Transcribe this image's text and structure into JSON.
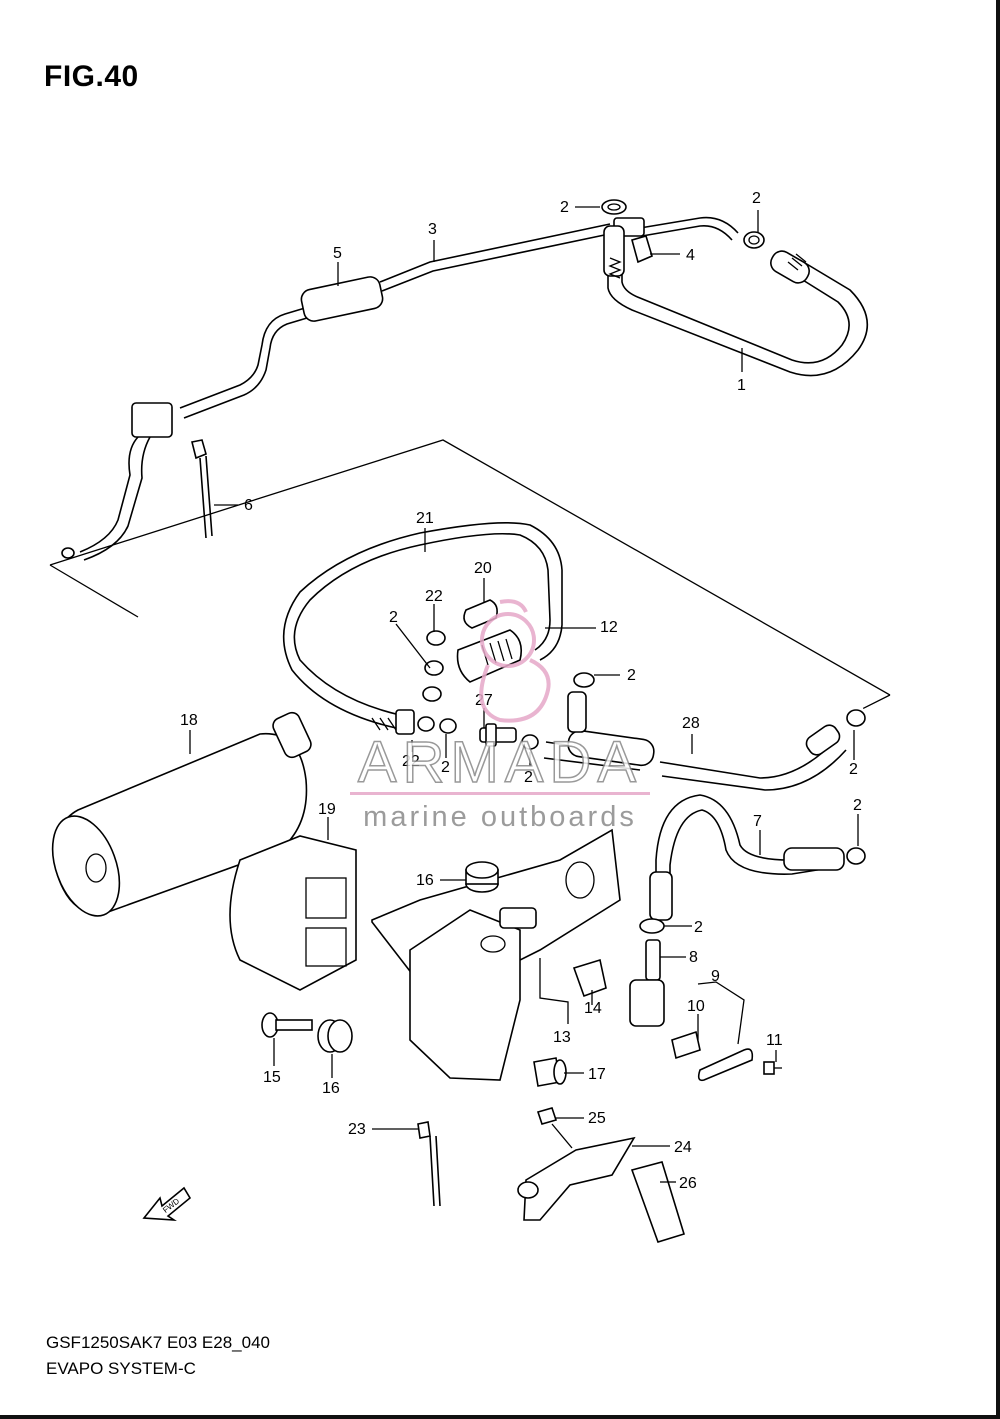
{
  "figure": {
    "title": "FIG.40"
  },
  "footer": {
    "code": "GSF1250SAK7 E03 E28_040",
    "name": "EVAPO SYSTEM-C"
  },
  "watermark": {
    "brand": "ARMADA",
    "tagline": "marine outboards",
    "color": "#e6a8c8"
  },
  "fwd_label": "FWD",
  "callouts": {
    "c1": "1",
    "c2a": "2",
    "c2b": "2",
    "c3": "3",
    "c4": "4",
    "c5": "5",
    "c6": "6",
    "c21": "21",
    "c20": "20",
    "c22a": "22",
    "c2c": "2",
    "c12": "12",
    "c2d": "2",
    "c18": "18",
    "c27": "27",
    "c28": "28",
    "c22b": "22",
    "c2e": "2",
    "c2f": "2",
    "c2g": "2",
    "c19": "19",
    "c2h": "2",
    "c7": "7",
    "c16a": "16",
    "c2i": "2",
    "c8": "8",
    "c9": "9",
    "c10": "10",
    "c14": "14",
    "c13": "13",
    "c11": "11",
    "c15": "15",
    "c16b": "16",
    "c17": "17",
    "c25": "25",
    "c23": "23",
    "c24": "24",
    "c26": "26"
  }
}
